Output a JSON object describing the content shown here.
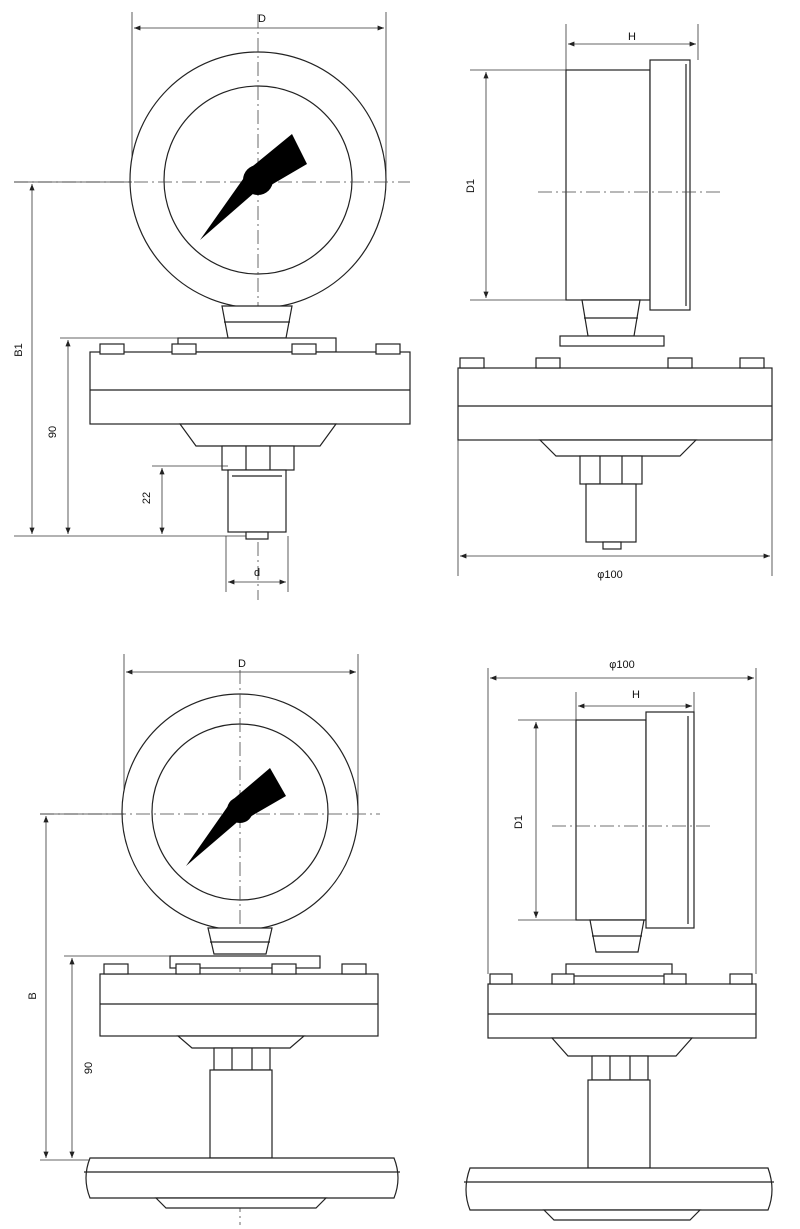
{
  "views": {
    "top_left": {
      "label_D": "D",
      "label_B1": "B1",
      "label_90": "90",
      "label_22": "22",
      "label_d": "d"
    },
    "top_right": {
      "label_H": "H",
      "label_D1": "D1",
      "label_phi100": "φ100"
    },
    "bottom_left": {
      "label_D": "D",
      "label_B": "B",
      "label_90": "90"
    },
    "bottom_right": {
      "label_phi100": "φ100",
      "label_H": "H",
      "label_D1": "D1"
    }
  }
}
